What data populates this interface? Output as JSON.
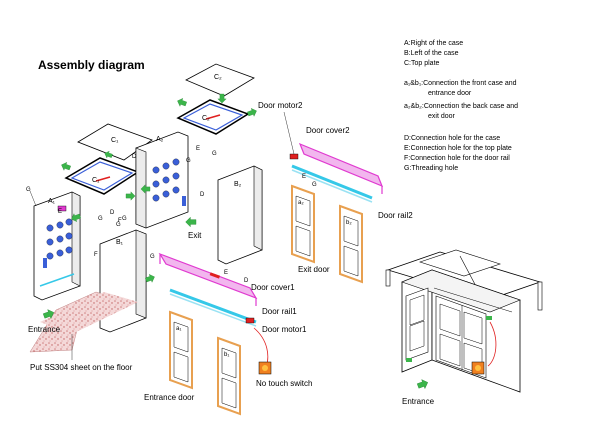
{
  "title": "Assembly diagram",
  "legend": {
    "a": "A:Right of the case",
    "b": "B:Left of the case",
    "c": "C:Top plate",
    "a1b1_line1": "a₁&b₁:Connection the front case and",
    "a1b1_line2": "entrance door",
    "a2b2_line1": "a₂&b₂:Connection the back case and",
    "a2b2_line2": "exit door",
    "d": "D:Connection hole for the case",
    "e": "E:Connection hole for the top plate",
    "f": "F:Connection hole for the door rail",
    "g": "G:Threading hole"
  },
  "labels": {
    "door_motor2": "Door motor2",
    "door_cover2": "Door cover2",
    "door_rail2": "Door rail2",
    "exit_door": "Exit door",
    "exit": "Exit",
    "door_cover1": "Door cover1",
    "door_rail1": "Door rail1",
    "door_motor1": "Door motor1",
    "no_touch_switch": "No touch switch",
    "entrance_door": "Entrance door",
    "entrance_left": "Entrance",
    "entrance_right": "Entrance",
    "floor_sheet": "Put SS304 sheet  on the floor",
    "part_a1": "A₁",
    "part_a2": "A₂",
    "part_b1": "B₁",
    "part_b2": "B₂",
    "part_c1": "C₁",
    "part_c2": "C₂",
    "part_c1_top": "C₁",
    "part_c2_top": "C₂",
    "door_a1": "a₁",
    "door_b1": "b₁",
    "door_a2": "a₂",
    "door_b2": "b₂",
    "letter_d": "D",
    "letter_e": "E",
    "letter_f": "F",
    "letter_g": "G"
  },
  "colors": {
    "cover": "#e03ad0",
    "rail": "#35c8e8",
    "door_frame": "#e8a050",
    "arrow": "#3bb54a",
    "hole": "#3a5fd8",
    "red": "#e02020"
  }
}
